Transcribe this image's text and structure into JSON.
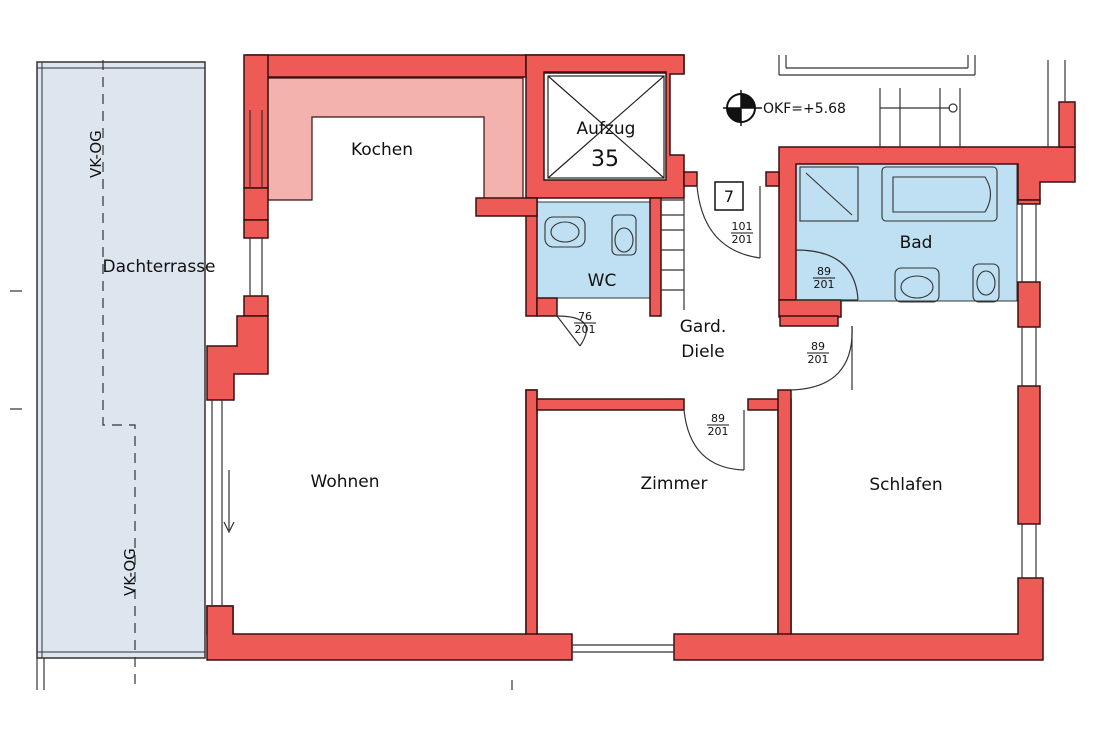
{
  "rooms": {
    "kochen": "Kochen",
    "aufzug": "Aufzug",
    "aufzug_no": "35",
    "wc": "WC",
    "bad": "Bad",
    "gard": "Gard.",
    "diele": "Diele",
    "wohnen": "Wohnen",
    "zimmer": "Zimmer",
    "schlafen": "Schlafen",
    "dachterrasse": "Dachterrasse"
  },
  "annotations": {
    "vk_og_top": "VK-OG",
    "vk_og_bottom": "VK-OG",
    "okf": "OKF=+5.68",
    "stair_no": "7"
  },
  "doors": [
    {
      "id": "entry",
      "top": "101",
      "bottom": "201"
    },
    {
      "id": "bad",
      "top": "89",
      "bottom": "201"
    },
    {
      "id": "wc",
      "top": "76",
      "bottom": "201"
    },
    {
      "id": "schlafen",
      "top": "89",
      "bottom": "201"
    },
    {
      "id": "zimmer",
      "top": "89",
      "bottom": "201"
    }
  ],
  "colors": {
    "wall": "#ee5a55",
    "wall_outline": "#3a1010",
    "kitchen": "#f3b2ad",
    "wet_room": "#bfe0f2",
    "terrace": "#dde5ee",
    "line": "#222222"
  }
}
